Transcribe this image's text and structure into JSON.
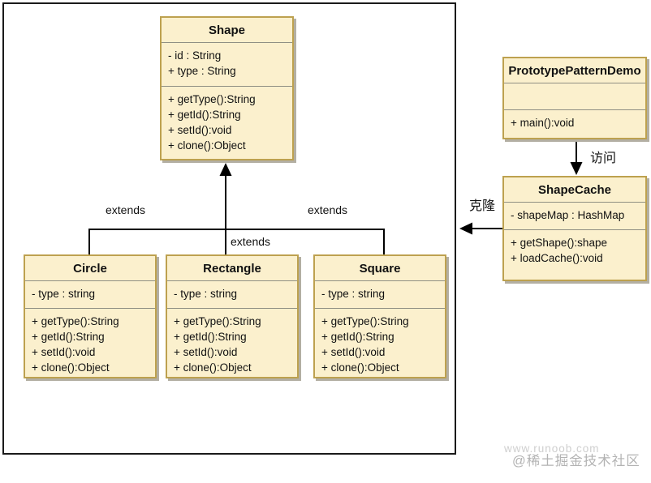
{
  "diagram": {
    "classes": {
      "shape": {
        "title": "Shape",
        "fields": [
          "-  id : String",
          "+ type : String"
        ],
        "methods": [
          "+ getType():String",
          "+ getId():String",
          "+ setId():void",
          "+ clone():Object"
        ]
      },
      "demo": {
        "title": "PrototypePatternDemo",
        "fields": [],
        "methods": [
          "+ main():void"
        ]
      },
      "shape_cache": {
        "title": "ShapeCache",
        "fields": [
          "- shapeMap : HashMap"
        ],
        "methods": [
          "+ getShape():shape",
          "+ loadCache():void"
        ]
      },
      "circle": {
        "title": "Circle",
        "fields": [
          "- type : string"
        ],
        "methods": [
          "+ getType():String",
          "+ getId():String",
          "+ setId():void",
          "+ clone():Object"
        ]
      },
      "rectangle": {
        "title": "Rectangle",
        "fields": [
          "- type : string"
        ],
        "methods": [
          "+ getType():String",
          "+ getId():String",
          "+ setId():void",
          "+ clone():Object"
        ]
      },
      "square": {
        "title": "Square",
        "fields": [
          "- type : string"
        ],
        "methods": [
          "+ getType():String",
          "+ getId():String",
          "+ setId():void",
          "+ clone():Object"
        ]
      }
    },
    "labels": {
      "extends_left": "extends",
      "extends_center": "extends",
      "extends_right": "extends",
      "access": "访问",
      "clone": "克隆"
    },
    "watermarks": {
      "site": "www.runoob.com",
      "community": "@稀土掘金技术社区"
    },
    "colors": {
      "box_fill": "#fbf0cd",
      "box_border": "#bda14f",
      "line": "#000000",
      "frame_border": "#1a1a1a"
    }
  }
}
